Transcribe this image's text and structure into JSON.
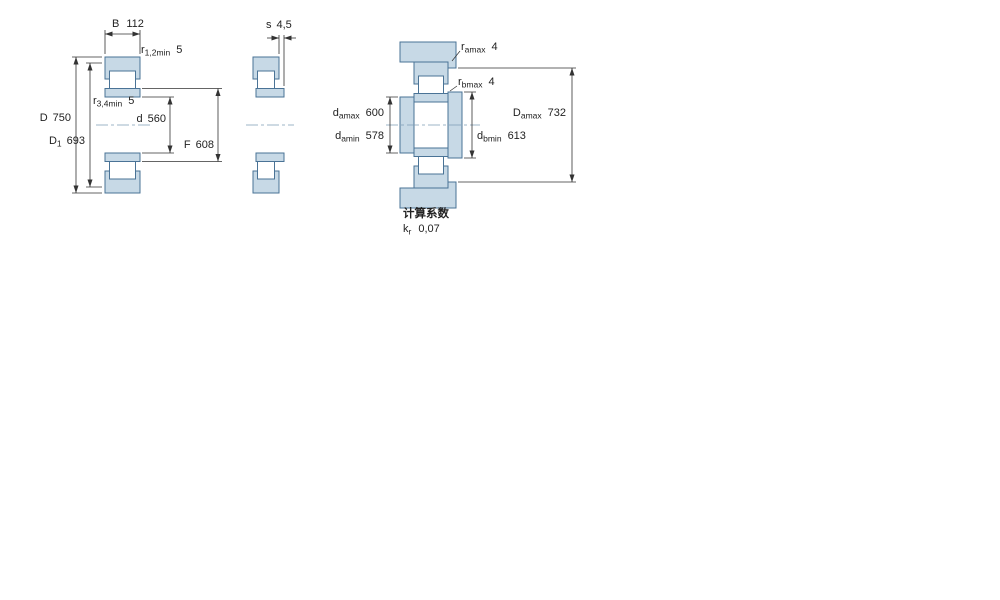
{
  "drawing": {
    "colors": {
      "part_fill": "#c7d9e6",
      "part_stroke": "#4a7396",
      "dim_color": "#333333"
    },
    "section_view": {
      "b": {
        "label": "B",
        "value": "112"
      },
      "r12": {
        "sym": "r",
        "sub": "1,2min",
        "value": "5"
      },
      "r34": {
        "sym": "r",
        "sub": "3,4min",
        "value": "5"
      },
      "D": {
        "sym": "D",
        "value": "750"
      },
      "D1": {
        "sym": "D",
        "sub": "1",
        "value": "693"
      },
      "d": {
        "sym": "d",
        "value": "560"
      },
      "F": {
        "sym": "F",
        "value": "608"
      }
    },
    "side_view": {
      "s": {
        "sym": "s",
        "value": "4,5"
      }
    },
    "mounting_view": {
      "ra": {
        "sym": "r",
        "sub": "amax",
        "value": "4"
      },
      "rb": {
        "sym": "r",
        "sub": "bmax",
        "value": "4"
      },
      "damax": {
        "sym": "d",
        "sub": "amax",
        "value": "600"
      },
      "damin": {
        "sym": "d",
        "sub": "amin",
        "value": "578"
      },
      "Damax": {
        "sym": "D",
        "sub": "amax",
        "value": "732"
      },
      "dbmin": {
        "sym": "d",
        "sub": "bmin",
        "value": "613"
      }
    },
    "calculation_factors": {
      "title": "计算系数",
      "kr": {
        "sym": "k",
        "sub": "r",
        "value": "0,07"
      }
    }
  }
}
